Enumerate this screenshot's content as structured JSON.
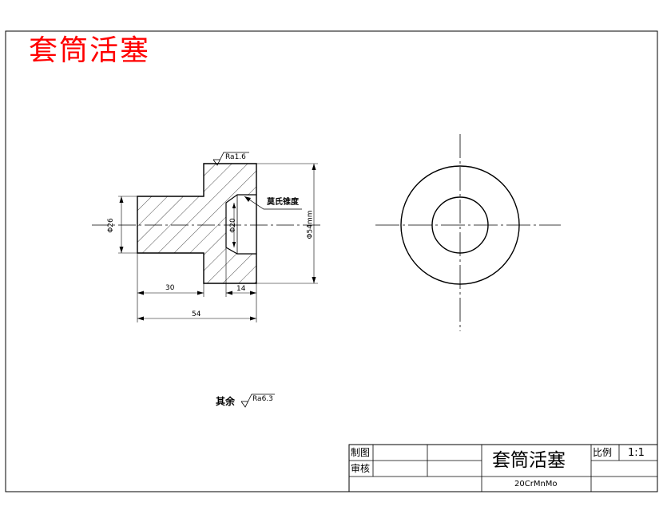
{
  "drawing_title": "套筒活塞",
  "dimensions": {
    "phi_left": "Φ26",
    "phi_inner": "Φ20",
    "phi_outer": "Φ54mm",
    "len_30": "30",
    "len_14": "14",
    "len_54": "54"
  },
  "surface_finish": {
    "top": "Ra1.6",
    "bottom_prefix": "其余",
    "bottom": "Ra6.3"
  },
  "annotation": "莫氏锥度",
  "title_block": {
    "drawn_label": "制图",
    "checked_label": "审核",
    "part_name": "套筒活塞",
    "material": "20CrMnMo",
    "scale_label": "比例",
    "scale_value": "1:1"
  },
  "colors": {
    "title_red": "#ff0000",
    "line": "#000000"
  }
}
